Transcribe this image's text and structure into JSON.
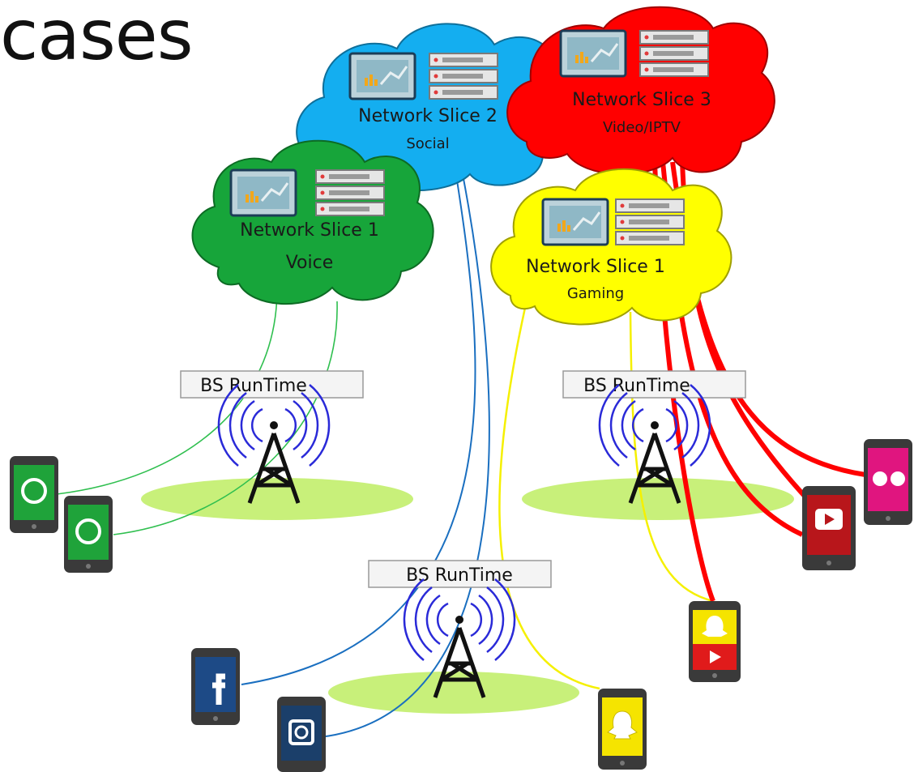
{
  "title": "cases",
  "slices": [
    {
      "name": "Network Slice 2",
      "sub": "Social",
      "color": "#14aef0"
    },
    {
      "name": "Network Slice 3",
      "sub": "Video/IPTV",
      "color": "#ff0000"
    },
    {
      "name": "Network Slice 1",
      "sub": "Voice",
      "color": "#17a53a"
    },
    {
      "name": "Network Slice 1",
      "sub": "Gaming",
      "color": "#ffff00"
    }
  ],
  "runtime_labels": [
    "BS RunTime",
    "BS RunTime",
    "BS RunTime"
  ],
  "devices": [
    "whatsapp-icon",
    "whatsapp-icon",
    "facebook-icon",
    "instagram-icon",
    "snapchat-icon",
    "snapchat-youtube-icon",
    "youtube-icon",
    "flickr-icon"
  ],
  "colors": {
    "voice_link": "#2fbf4f",
    "social_link": "#1a6fc0",
    "gaming_link": "#f5f000",
    "video_link": "#ff0000",
    "ground": "#c8f07a"
  }
}
